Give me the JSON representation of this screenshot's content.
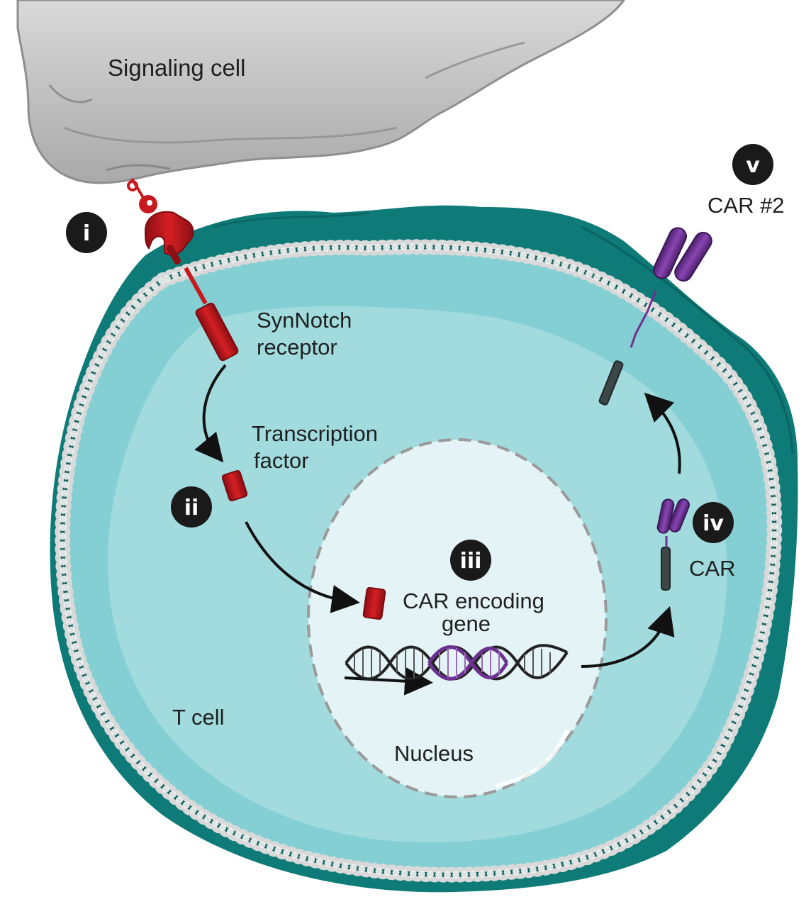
{
  "labels": {
    "signaling_cell": "Signaling cell",
    "synnotch_line1": "SynNotch",
    "synnotch_line2": "receptor",
    "tf_line1": "Transcription",
    "tf_line2": "factor",
    "car_gene_line1": "CAR encoding",
    "car_gene_line2": "gene",
    "car": "CAR",
    "car2": "CAR #2",
    "t_cell": "T cell",
    "nucleus": "Nucleus"
  },
  "steps": {
    "i": "i",
    "ii": "ii",
    "iii": "iii",
    "iv": "iv",
    "v": "v"
  },
  "colors": {
    "signaling_cell": "#c9c9c9",
    "outer_membrane": "#0e7b78",
    "cytoplasm": "#84cfd3",
    "cytoplasm_light": "#a9dde1",
    "nucleus": "#e4f3f5",
    "receptor_red": "#c8191e",
    "car_purple": "#6c3191",
    "car_stalk": "#3d4747",
    "badge": "#1a1a1a"
  }
}
